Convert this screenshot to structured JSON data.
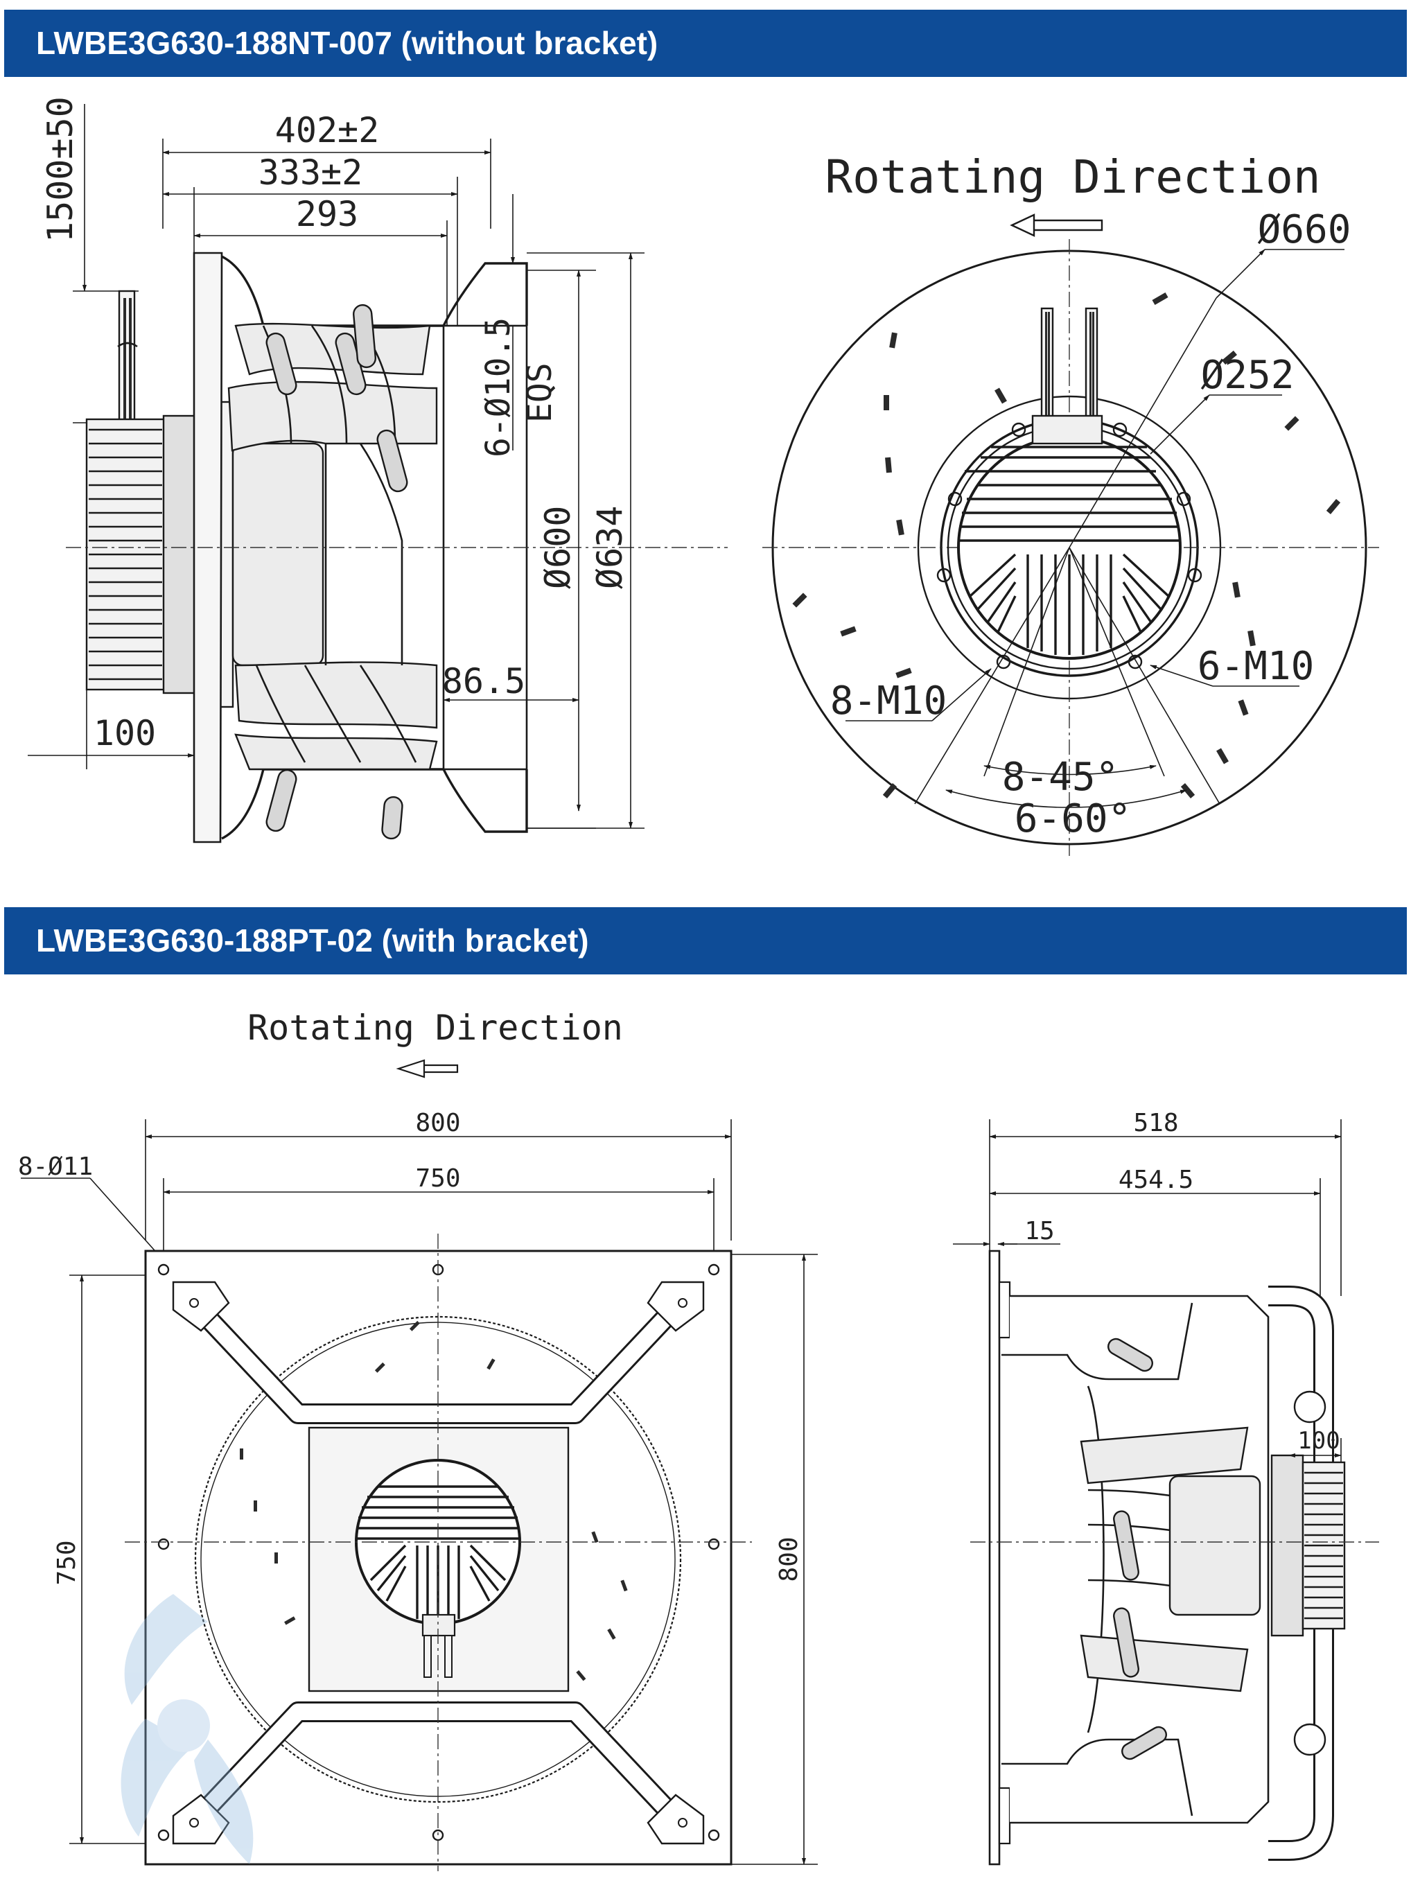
{
  "sections": {
    "top_title": "LWBE3G630-188NT-007 (without bracket)",
    "bottom_title": "LWBE3G630-188PT-02 (with bracket)"
  },
  "top_side_view": {
    "dim_402": "402±2",
    "dim_333": "333±2",
    "dim_293": "293",
    "dim_1500": "1500±50",
    "dim_holes": "6-Ø10.5",
    "dim_eqs": "EQS",
    "dim_600": "Ø600",
    "dim_634": "Ø634",
    "dim_86_5": "86.5",
    "dim_100": "100"
  },
  "top_front_view": {
    "rotating_label": "Rotating Direction",
    "dim_660": "Ø660",
    "dim_252": "Ø252",
    "dim_6m10": "6-M10",
    "dim_8m10": "8-M10",
    "dim_8_45": "8-45°",
    "dim_6_60": "6-60°"
  },
  "bottom_front_view": {
    "rotating_label": "Rotating Direction",
    "dim_800_w": "800",
    "dim_750_w": "750",
    "dim_holes": "8-Ø11",
    "dim_750_h": "750",
    "dim_800_h": "800"
  },
  "bottom_side_view": {
    "dim_518": "518",
    "dim_454_5": "454.5",
    "dim_15": "15",
    "dim_100": "100"
  },
  "colors": {
    "banner": "#0e4c97",
    "banner_text": "#ffffff",
    "line": "#1a1a1a"
  }
}
